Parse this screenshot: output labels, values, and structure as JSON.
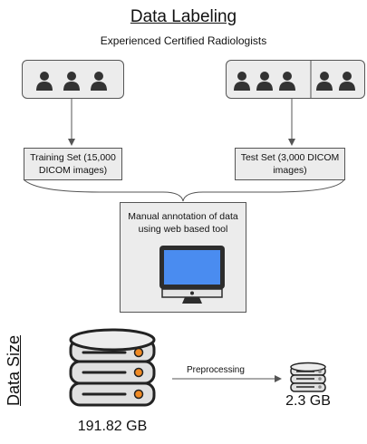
{
  "title": "Data Labeling",
  "subtitle": "Experienced Certified Radiologists",
  "training_group": {
    "icon": "person-icon",
    "count": 3
  },
  "test_group": {
    "icon": "person-icon",
    "count_left": 3,
    "count_right": 2
  },
  "training_set_label": "Training Set (15,000 DICOM images)",
  "test_set_label": "Test Set (3,000 DICOM images)",
  "annotation_label": "Manual annotation of data using web based tool",
  "data_size_label": "Data Size",
  "source_size": "191.82 GB",
  "arrow_label": "Preprocessing",
  "processed_size": "2.3 GB",
  "colors": {
    "box_fill": "#ececec",
    "screen": "#4a8cf0",
    "server": "#e0e0e0",
    "server_light": "#ededed",
    "led": "#f08a24"
  }
}
